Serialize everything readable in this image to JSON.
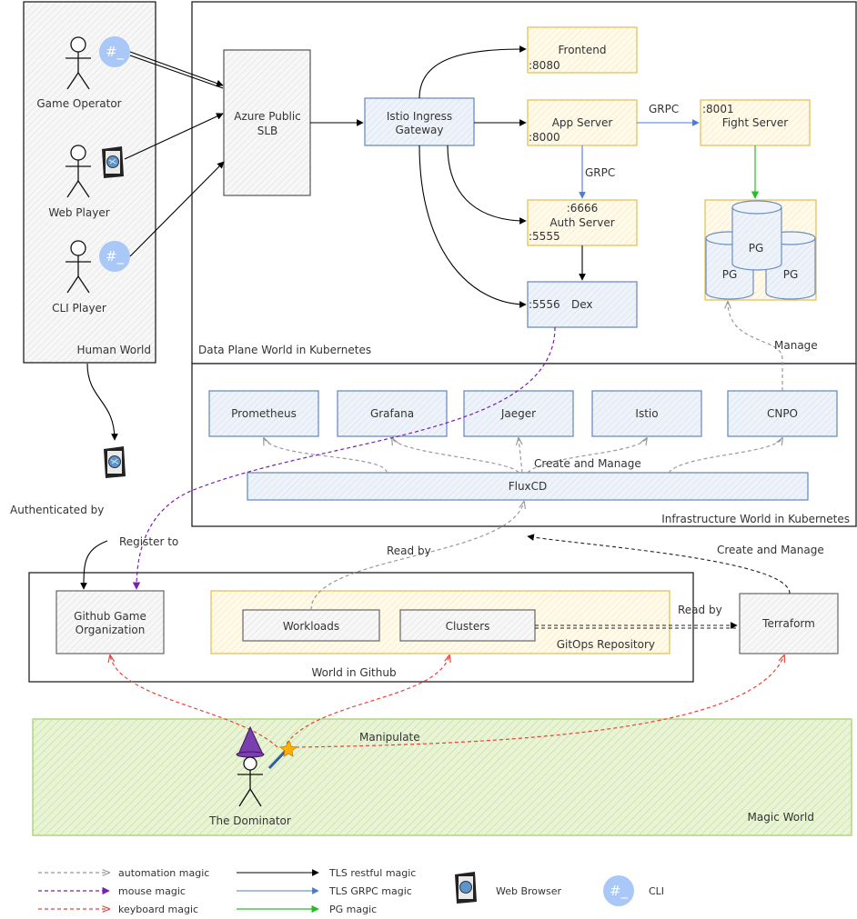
{
  "worlds": {
    "human": "Human World",
    "data_plane": "Data Plane World in Kubernetes",
    "infrastructure": "Infrastructure World in Kubernetes",
    "github": "World in Github",
    "magic": "Magic World"
  },
  "actors": {
    "game_operator": "Game Operator",
    "web_player": "Web Player",
    "cli_player": "CLI Player",
    "dominator": "The Dominator"
  },
  "nodes": {
    "slb": [
      "Azure Public",
      "SLB"
    ],
    "istio_gateway": [
      "Istio Ingress",
      "Gateway"
    ],
    "frontend": {
      "label": "Frontend",
      "port": ":8080"
    },
    "app_server": {
      "label": "App Server",
      "port": ":8000"
    },
    "fight_server": {
      "label": "Fight Server",
      "port": ":8001"
    },
    "auth_server": {
      "label": "Auth Server",
      "port_top": ":6666",
      "port_bottom": ":5555"
    },
    "dex": {
      "label": "Dex",
      "port": ":5556"
    },
    "pg": [
      "PG",
      "PG",
      "PG"
    ],
    "prometheus": "Prometheus",
    "grafana": "Grafana",
    "jaeger": "Jaeger",
    "istio": "Istio",
    "cnpo": "CNPO",
    "fluxcd": "FluxCD",
    "github_org": [
      "Github Game",
      "Organization"
    ],
    "workloads": "Workloads",
    "clusters": "Clusters",
    "gitops_repo": "GitOps Repository",
    "terraform": "Terraform"
  },
  "edge_labels": {
    "grpc_fight": "GRPC",
    "grpc_auth": "GRPC",
    "manage": "Manage",
    "create_manage": "Create and Manage",
    "create_manage_tf": "Create and Manage",
    "read_by": "Read by",
    "read_by_tf": "Read by",
    "authenticated_by": "Authenticated by",
    "register_to": "Register to",
    "manipulate": "Manipulate"
  },
  "icons": {
    "cli": "#_",
    "browser": "web-browser"
  },
  "legend": {
    "automation": "automation magic",
    "mouse": "mouse magic",
    "keyboard": "keyboard magic",
    "tls_restful": "TLS restful magic",
    "tls_grpc": "TLS GRPC magic",
    "pg": "PG magic",
    "web_browser": "Web Browser",
    "cli": "CLI"
  },
  "colors": {
    "black_edge": "#000000",
    "grpc_blue": "#4a7bd8",
    "pg_green": "#22c022",
    "automation_gray": "#999999",
    "mouse_purple": "#7a1fb0",
    "keyboard_red": "#e8423a",
    "yellow_stroke": "#e3c25a",
    "yellow_fill": "#fff6dc",
    "blue_stroke": "#6c8ebf",
    "blue_fill": "#e6eef8",
    "green_fill": "#dfefc8",
    "gray_fill": "#f2f2f2",
    "cli_circle": "#a9c7f7"
  }
}
